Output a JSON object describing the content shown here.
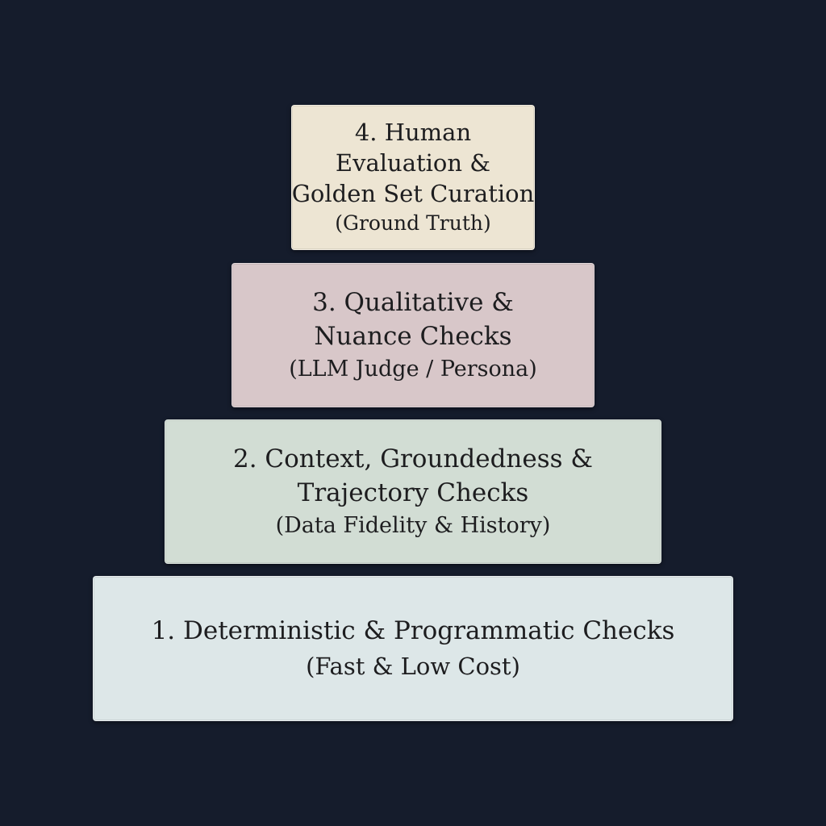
{
  "pyramid": {
    "tiers": [
      {
        "level": 4,
        "lines": [
          "4. Human",
          "Evaluation &",
          "Golden Set Curation"
        ],
        "subtitle": "(Ground Truth)",
        "color": "#ede5d3"
      },
      {
        "level": 3,
        "lines": [
          "3. Qualitative &",
          "Nuance Checks"
        ],
        "subtitle": "(LLM Judge / Persona)",
        "color": "#d8c7c9"
      },
      {
        "level": 2,
        "lines": [
          "2. Context, Groundedness &",
          "Trajectory Checks"
        ],
        "subtitle": "(Data Fidelity & History)",
        "color": "#d2ddd4"
      },
      {
        "level": 1,
        "lines": [
          "1. Deterministic & Programmatic Checks"
        ],
        "subtitle": "(Fast & Low Cost)",
        "color": "#dde7e8"
      }
    ]
  }
}
